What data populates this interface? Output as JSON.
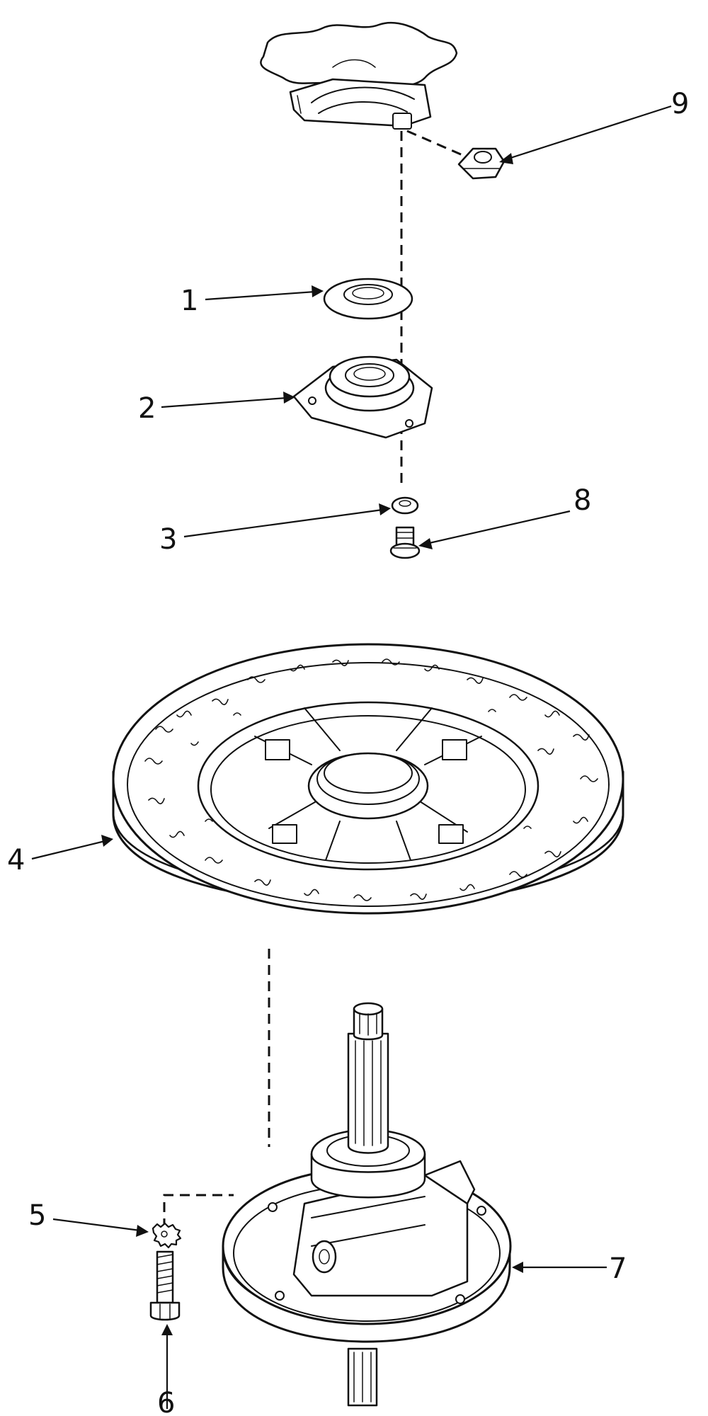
{
  "diagram": {
    "style": "exploded-parts-view",
    "line_color": "#111111",
    "background": "#ffffff",
    "callouts": [
      {
        "id": "c9",
        "label": "9",
        "part": "part-9-nut"
      },
      {
        "id": "c1",
        "label": "1",
        "part": "part-1-washer"
      },
      {
        "id": "c2",
        "label": "2",
        "part": "part-2-bearing-plate"
      },
      {
        "id": "c3",
        "label": "3",
        "part": "part-3-washer"
      },
      {
        "id": "c8",
        "label": "8",
        "part": "part-8-bolt"
      },
      {
        "id": "c4",
        "label": "4",
        "part": "part-4-ring"
      },
      {
        "id": "c5",
        "label": "5",
        "part": "part-5-lock-washer"
      },
      {
        "id": "c6",
        "label": "6",
        "part": "part-6-bolt"
      },
      {
        "id": "c7",
        "label": "7",
        "part": "part-7-transmission"
      }
    ]
  }
}
